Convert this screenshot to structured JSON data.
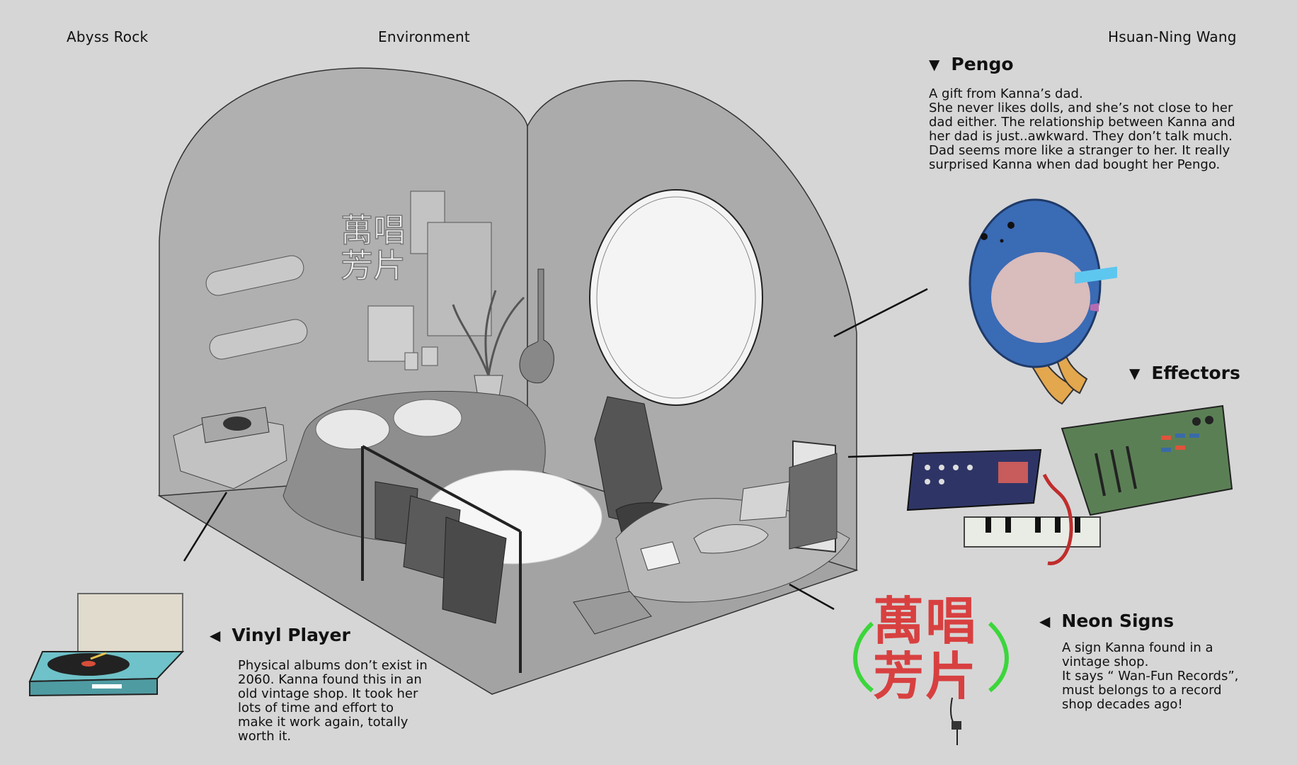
{
  "header": {
    "left": "Abyss Rock",
    "center": "Environment",
    "right": "Hsuan-Ning Wang"
  },
  "sections": {
    "pengo": {
      "title": "Pengo",
      "lines": [
        "A gift from Kanna’s dad.",
        "She never likes dolls, and she’s not close to her",
        "dad either. The relationship between Kanna and",
        "her dad is just..awkward. They don’t talk much.",
        "Dad seems more like a stranger to her. It really",
        "surprised Kanna when dad bought her Pengo."
      ]
    },
    "effectors": {
      "title": "Effectors"
    },
    "vinyl": {
      "title": "Vinyl Player",
      "lines": [
        "Physical albums don’t exist in",
        "2060. Kanna found this in an",
        "old vintage shop. It took her",
        "lots of time and effort to",
        "make it work again, totally",
        "worth it."
      ]
    },
    "neon": {
      "title": "Neon Signs",
      "lines": [
        "A sign Kanna found in a",
        "vintage shop.",
        "It says “ Wan-Fun Records”,",
        "must belongs to a record",
        "shop decades ago!"
      ]
    }
  },
  "neon_sign_text": {
    "line1": "萬唱",
    "line2": "芳片"
  },
  "icons": {
    "down_triangle": "▼",
    "left_triangle": "◀"
  },
  "colors": {
    "background": "#d6d6d6",
    "neon_red": "#d84040",
    "neon_green": "#3bd63b",
    "pengo_blue": "#3a6bb5",
    "effector_green": "#5b7f55",
    "effector_navy": "#2e3566",
    "vinyl_teal": "#6fc2c9"
  }
}
